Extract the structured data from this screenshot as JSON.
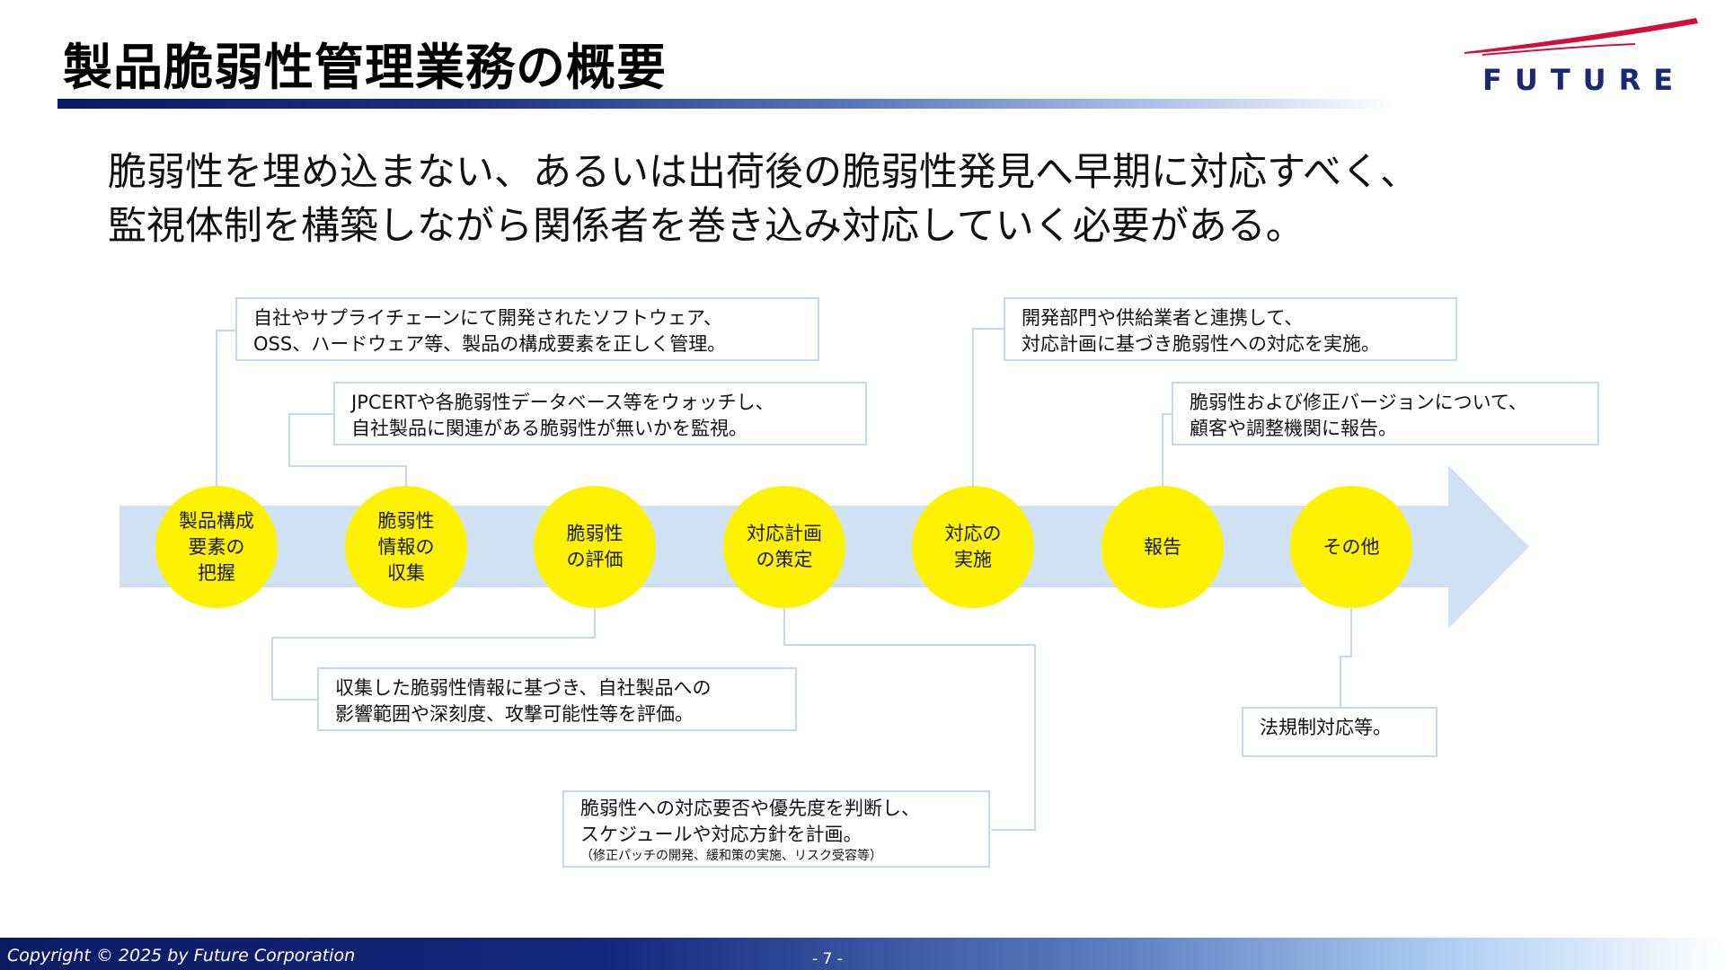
{
  "header": {
    "title": "製品脆弱性管理業務の概要",
    "logo_text": "FUTURE"
  },
  "lead": {
    "line1": "脆弱性を埋め込まない、あるいは出荷後の脆弱性発見へ早期に対応すべく、",
    "line2": "監視体制を構築しながら関係者を巻き込み対応していく必要がある。"
  },
  "colors": {
    "accent": "#fff200",
    "arrow": "#cfe1f3",
    "navy": "#0b1b63",
    "logo_red": "#d0103a"
  },
  "steps": [
    {
      "label": "製品構成\n要素の\n把握"
    },
    {
      "label": "脆弱性\n情報の\n収集"
    },
    {
      "label": "脆弱性\nの評価"
    },
    {
      "label": "対応計画\nの策定"
    },
    {
      "label": "対応の\n実施"
    },
    {
      "label": "報告"
    },
    {
      "label": "その他"
    }
  ],
  "callouts": {
    "c1": {
      "line1": "自社やサプライチェーンにて開発されたソフトウェア、",
      "line2": "OSS、ハードウェア等、製品の構成要素を正しく管理。"
    },
    "c2": {
      "line1": "JPCERTや各脆弱性データベース等をウォッチし、",
      "line2": "自社製品に関連がある脆弱性が無いかを監視。"
    },
    "c3": {
      "line1": "収集した脆弱性情報に基づき、自社製品への",
      "line2": "影響範囲や深刻度、攻撃可能性等を評価。"
    },
    "c4": {
      "line1": "脆弱性への対応要否や優先度を判断し、",
      "line2": "スケジュールや対応方針を計画。",
      "note": "（修正パッチの開発、緩和策の実施、リスク受容等）"
    },
    "c5": {
      "line1": "開発部門や供給業者と連携して、",
      "line2": "対応計画に基づき脆弱性への対応を実施。"
    },
    "c6": {
      "line1": "脆弱性および修正バージョンについて、",
      "line2": "顧客や調整機関に報告。"
    },
    "c7": {
      "line1": "法規制対応等。"
    }
  },
  "footer": {
    "copyright": "Copyright © 2025 by Future  Corporation",
    "page": "- 7 -"
  }
}
